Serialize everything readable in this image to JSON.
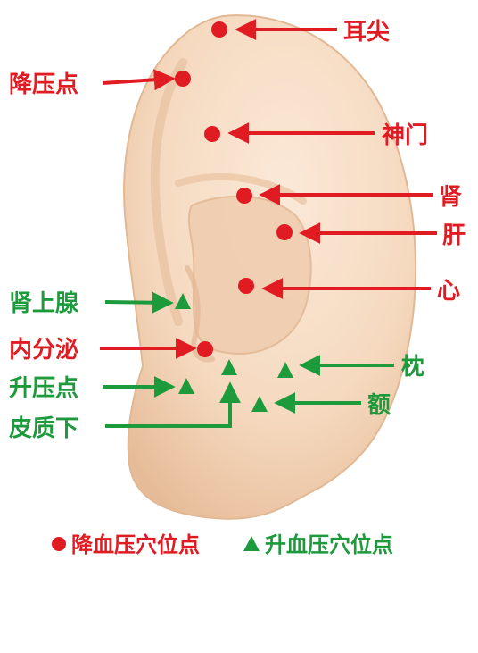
{
  "colors": {
    "red": "#e11b22",
    "green": "#1d9a3c",
    "skin": "#f6dcc4",
    "skin_shadow": "#e3b895"
  },
  "points_lower": [
    {
      "key": "ershan",
      "label": "耳尖",
      "marker": "circle",
      "color": "red"
    },
    {
      "key": "jiangyadian",
      "label": "降压点",
      "marker": "circle",
      "color": "red"
    },
    {
      "key": "shenmen",
      "label": "神门",
      "marker": "circle",
      "color": "red"
    },
    {
      "key": "shen",
      "label": "肾",
      "marker": "circle",
      "color": "red"
    },
    {
      "key": "gan",
      "label": "肝",
      "marker": "circle",
      "color": "red"
    },
    {
      "key": "xin",
      "label": "心",
      "marker": "circle",
      "color": "red"
    },
    {
      "key": "neifenmi",
      "label": "内分泌",
      "marker": "circle",
      "color": "red"
    }
  ],
  "points_raise": [
    {
      "key": "shenshangxian",
      "label": "肾上腺",
      "marker": "triangle",
      "color": "green"
    },
    {
      "key": "shengyadian",
      "label": "升压点",
      "marker": "triangle",
      "color": "green"
    },
    {
      "key": "pizhixia",
      "label": "皮质下",
      "marker": "triangle",
      "color": "green"
    },
    {
      "key": "zhen",
      "label": "枕",
      "marker": "triangle",
      "color": "green"
    },
    {
      "key": "e",
      "label": "额",
      "marker": "triangle",
      "color": "green"
    }
  ],
  "legend": {
    "lower": "降血压穴位点",
    "raise": "升血压穴位点"
  }
}
